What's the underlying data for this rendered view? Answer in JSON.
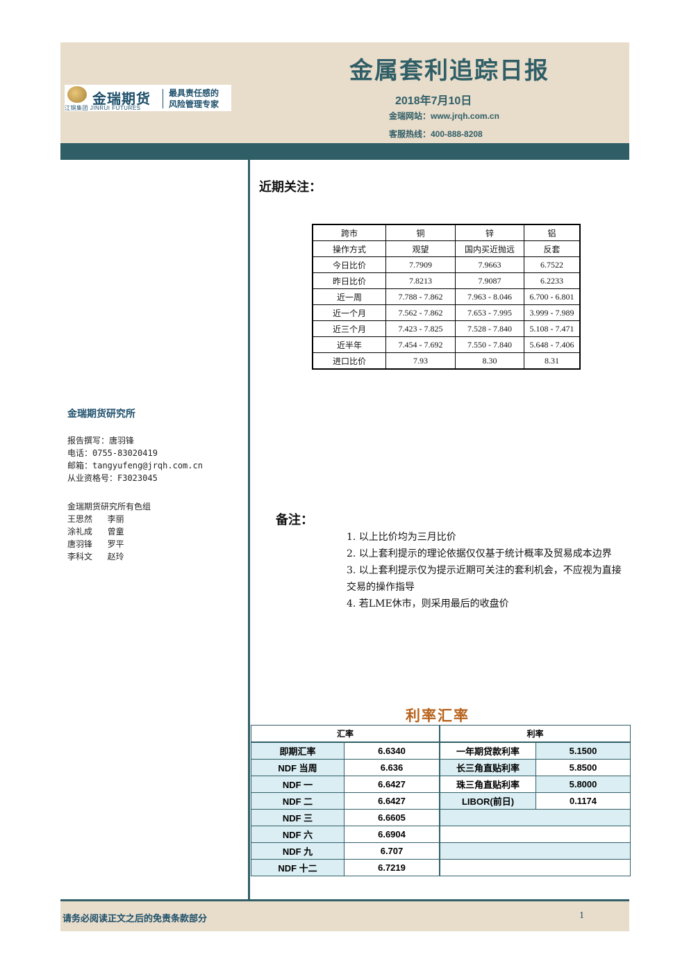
{
  "header": {
    "logo_name": "金瑞期货",
    "logo_en": "江铜集团  JINRUI FUTURES",
    "logo_slogan_1": "最具责任感的",
    "logo_slogan_2": "风险管理专家",
    "title": "金属套利追踪日报",
    "date": "2018年7月10日",
    "website": "金瑞网站：www.jrqh.com.cn",
    "hotline": "客服热线：400-888-8208"
  },
  "left": {
    "org": "金瑞期货研究所",
    "author": "报告撰写：唐羽锋",
    "phone": "电话：0755-83020419",
    "email": "邮箱：tangyufeng@jrqh.com.cn",
    "license": "从业资格号：F3023045",
    "group": "金瑞期货研究所有色组",
    "members": [
      "王思然   李丽",
      "涂礼成   曾童",
      "唐羽锋   罗平",
      "李科文   赵玲"
    ]
  },
  "focus": {
    "title": "近期关注：",
    "table": [
      [
        "跨市",
        "铜",
        "锌",
        "铝"
      ],
      [
        "操作方式",
        "观望",
        "国内买近抛远",
        "反套"
      ],
      [
        "今日比价",
        "7.7909",
        "7.9663",
        "6.7522"
      ],
      [
        "昨日比价",
        "7.8213",
        "7.9087",
        "6.2233"
      ],
      [
        "近一周",
        "7.788 - 7.862",
        "7.963 - 8.046",
        "6.700 - 6.801"
      ],
      [
        "近一个月",
        "7.562 - 7.862",
        "7.653 - 7.995",
        "3.999 - 7.989"
      ],
      [
        "近三个月",
        "7.423 - 7.825",
        "7.528 - 7.840",
        "5.108 - 7.471"
      ],
      [
        "近半年",
        "7.454 - 7.692",
        "7.550 - 7.840",
        "5.648 - 7.406"
      ],
      [
        "进口比价",
        "7.93",
        "8.30",
        "8.31"
      ]
    ]
  },
  "notes": {
    "title": "备注：",
    "items": [
      "1. 以上比价均为三月比价",
      "2. 以上套利提示的理论依据仅仅基于统计概率及贸易成本边界",
      "3. 以上套利提示仅为提示近期可关注的套利机会，不应视为直接交易的操作指导",
      "4. 若LME休市，则采用最后的收盘价"
    ]
  },
  "rates": {
    "title": "利率汇率",
    "fx_header": "汇率",
    "ir_header": "利率",
    "fx": [
      [
        "即期汇率",
        "6.6340"
      ],
      [
        "NDF 当周",
        "6.636"
      ],
      [
        "NDF 一",
        "6.6427"
      ],
      [
        "NDF 二",
        "6.6427"
      ],
      [
        "NDF 三",
        "6.6605"
      ],
      [
        "NDF 六",
        "6.6904"
      ],
      [
        "NDF 九",
        "6.707"
      ],
      [
        "NDF 十二",
        "6.7219"
      ]
    ],
    "ir": [
      [
        "一年期贷款利率",
        "5.1500"
      ],
      [
        "长三角直贴利率",
        "5.8500"
      ],
      [
        "珠三角直贴利率",
        "5.8000"
      ],
      [
        "LIBOR(前日)",
        "0.1174"
      ]
    ]
  },
  "footer": {
    "text": "请务必阅读正文之后的免责条款部分",
    "page": "1"
  },
  "colors": {
    "teal": "#2f5e66",
    "beige": "#e8dccb",
    "light_blue": "#daeef3",
    "orange": "#b8621b"
  }
}
